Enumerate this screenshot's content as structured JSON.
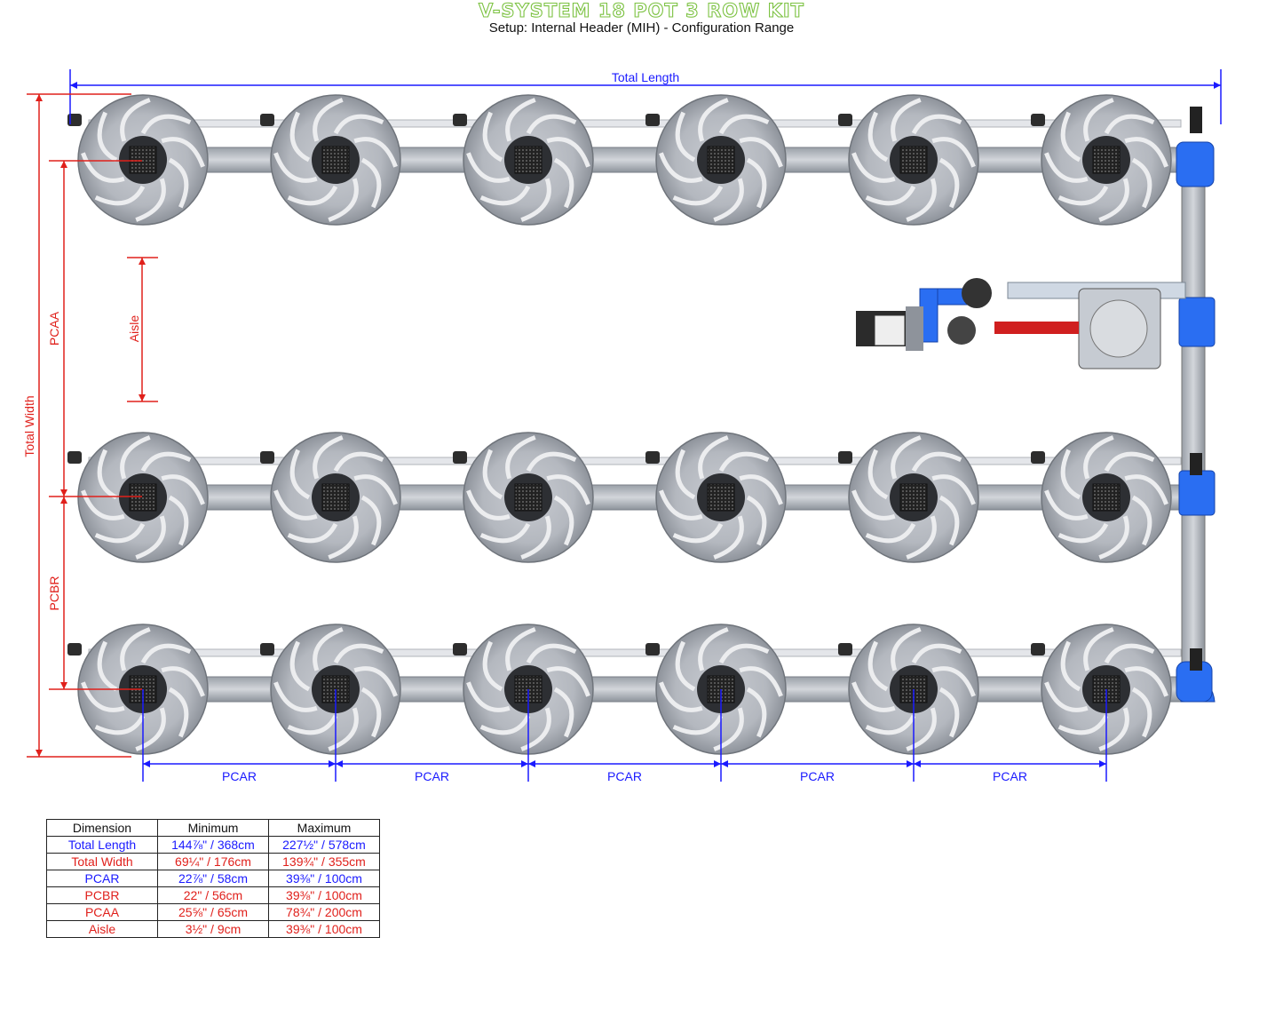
{
  "header": {
    "title": "V-SYSTEM 18 POT 3 ROW KIT",
    "subtitle": "Setup: Internal Header (MIH) - Configuration Range"
  },
  "labels": {
    "total_length": "Total Length",
    "total_width": "Total Width",
    "pcaa": "PCAA",
    "pcbr": "PCBR",
    "aisle": "Aisle",
    "pcar": "PCAR"
  },
  "layout_counts": {
    "rows": 3,
    "pots_per_row": 6
  },
  "colors": {
    "blue": "#1a1aff",
    "red": "#e0201b",
    "green": "#7cc242"
  },
  "table": {
    "headers": [
      "Dimension",
      "Minimum",
      "Maximum"
    ],
    "rows": [
      {
        "name": "Total Length",
        "min": "144⅞\" / 368cm",
        "max": "227½\" / 578cm",
        "color": "blue"
      },
      {
        "name": "Total Width",
        "min": "69¼\" / 176cm",
        "max": "139¾\" / 355cm",
        "color": "red"
      },
      {
        "name": "PCAR",
        "min": "22⅞\" / 58cm",
        "max": "39⅜\" / 100cm",
        "color": "blue"
      },
      {
        "name": "PCBR",
        "min": "22\" / 56cm",
        "max": "39⅜\" / 100cm",
        "color": "red"
      },
      {
        "name": "PCAA",
        "min": "25⅝\" / 65cm",
        "max": "78¾\" / 200cm",
        "color": "red"
      },
      {
        "name": "Aisle",
        "min": "3½\" / 9cm",
        "max": "39⅜\" / 100cm",
        "color": "red"
      }
    ]
  }
}
